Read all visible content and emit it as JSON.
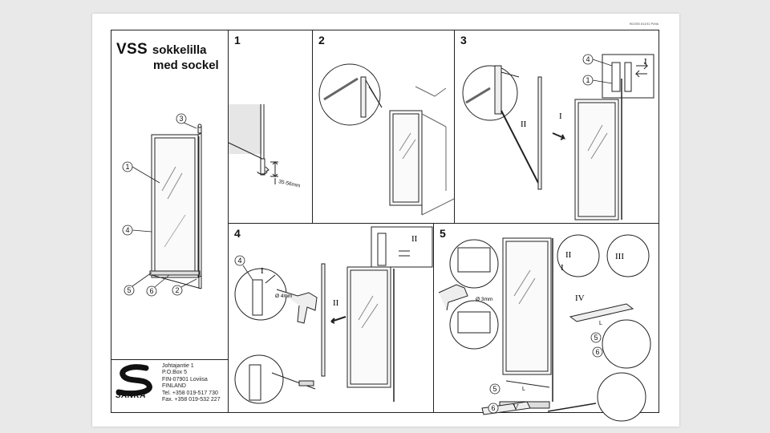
{
  "document": {
    "code": "90/205 #1191 Pöhk",
    "title_line1": "VSS",
    "title_line2": "sokkelilla",
    "title_line3": "med sockel"
  },
  "steps": [
    {
      "number": "1",
      "measure": "35-56mm"
    },
    {
      "number": "2"
    },
    {
      "number": "3",
      "roman_a": "I",
      "roman_b": "II",
      "roman_c": "I"
    },
    {
      "number": "4",
      "roman_a": "I",
      "roman_b": "II",
      "roman_c": "II",
      "drill": "Ø 4mm"
    },
    {
      "number": "5",
      "roman_a": "II",
      "roman_b": "III",
      "roman_c": "IV",
      "roman_d": "I",
      "roman_e": "V",
      "drill": "Ø 3mm",
      "dim_l": "L"
    }
  ],
  "callouts": [
    "1",
    "2",
    "3",
    "4",
    "5",
    "6"
  ],
  "company": {
    "logo_text": "SANKA",
    "address_lines": [
      "Johtajantie 1",
      "P.O.Box 5",
      "FIN-07901 Loviisa",
      "FINLAND",
      "Tel. +358 019-517 730",
      "Fax. +358 019-532 227"
    ]
  }
}
